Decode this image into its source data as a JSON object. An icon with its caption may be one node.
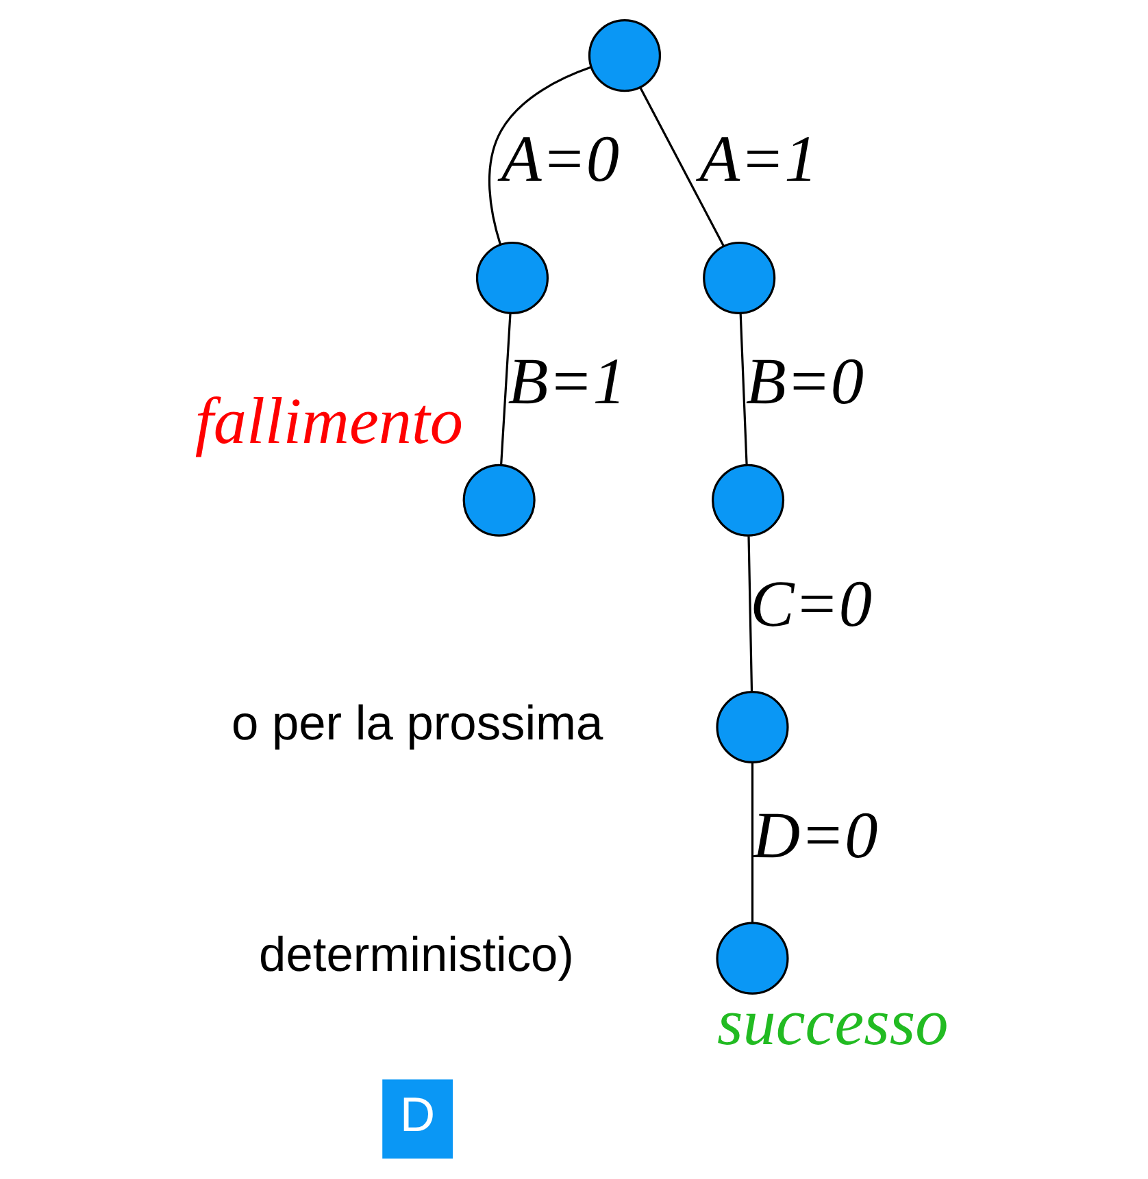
{
  "diagram": {
    "nodes": [
      {
        "text": [],
        "shape": "circle"
      },
      {
        "text": [],
        "shape": "circle"
      },
      {
        "text": [],
        "shape": "circle"
      },
      {
        "text": [],
        "shape": "circle",
        "beside": [
          "fallimento"
        ]
      },
      {
        "text": [],
        "shape": "circle"
      },
      {
        "text": [],
        "shape": "circle"
      },
      {
        "text": [],
        "shape": "circle",
        "beside": [
          "successo"
        ]
      }
    ],
    "edges": [
      {
        "from": 0,
        "to": 1,
        "arrow": "none",
        "label": "A=0"
      },
      {
        "from": 0,
        "to": 2,
        "arrow": "none",
        "label": "A=1"
      },
      {
        "from": 1,
        "to": 3,
        "arrow": "none",
        "label": "B=1"
      },
      {
        "from": 2,
        "to": 4,
        "arrow": "none",
        "label": "B=0"
      },
      {
        "from": 4,
        "to": 5,
        "arrow": "none",
        "label": "C=0"
      },
      {
        "from": 5,
        "to": 6,
        "arrow": "none",
        "label": "D=0"
      }
    ],
    "labels": [
      "o per la prossima",
      "deterministico)",
      "D"
    ]
  }
}
